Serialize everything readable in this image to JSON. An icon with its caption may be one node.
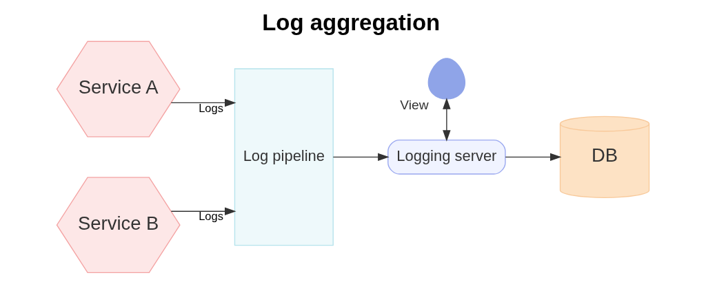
{
  "diagram": {
    "title": "Log aggregation",
    "nodes": [
      {
        "text": [
          "Service A"
        ]
      },
      {
        "text": [
          "Service B"
        ]
      },
      {
        "text": [
          "Log pipeline"
        ]
      },
      {
        "text": [
          "Logging server"
        ]
      },
      {
        "text": [],
        "shape": "picture",
        "beside": [
          "View"
        ]
      },
      {
        "text": [
          "DB"
        ]
      }
    ],
    "edges": [
      {
        "from": 0,
        "to": 2,
        "arrow": "to",
        "label": "Logs"
      },
      {
        "from": 1,
        "to": 2,
        "arrow": "to",
        "label": "Logs"
      },
      {
        "from": 2,
        "to": 3,
        "arrow": "to"
      },
      {
        "from": 4,
        "to": 3,
        "arrow": "both"
      },
      {
        "from": 3,
        "to": 5,
        "arrow": "to"
      }
    ]
  }
}
